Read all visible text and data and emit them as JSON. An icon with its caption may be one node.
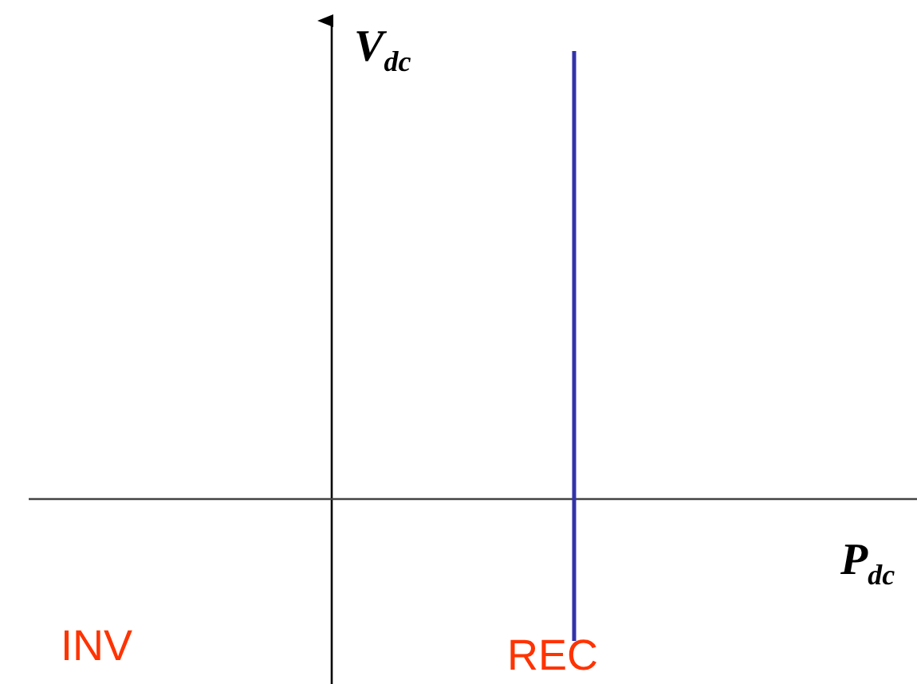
{
  "diagram": {
    "labels": [
      "V$_{dc}$",
      "P$_{dc}$",
      "INV",
      "REC"
    ]
  }
}
